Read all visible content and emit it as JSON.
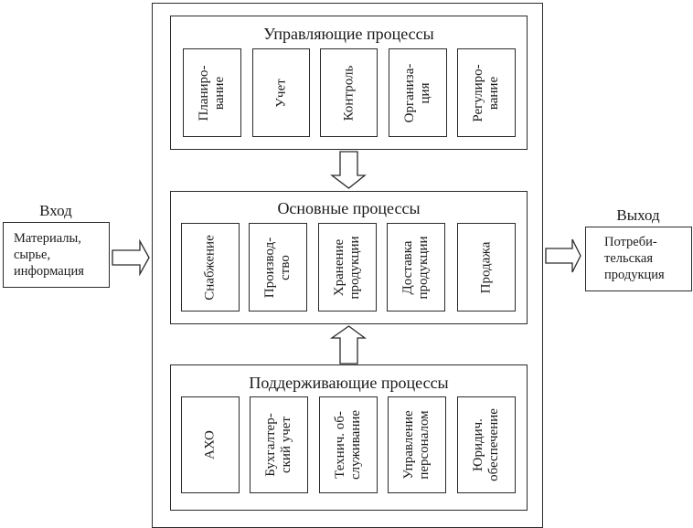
{
  "input": {
    "label": "Вход",
    "text": "Материалы,\nсырье,\nинформация"
  },
  "output": {
    "label": "Выход",
    "text": "Потреби-\nтельская\nпродукция"
  },
  "groups": {
    "management": {
      "title": "Управляющие процессы",
      "items": [
        "Планиро-\nвание",
        "Учет",
        "Контроль",
        "Организа-\nция",
        "Регулиро-\nвание"
      ]
    },
    "main": {
      "title": "Основные процессы",
      "items": [
        "Снабжение",
        "Производ-\nство",
        "Хранение\nпродукции",
        "Доставка\nпродукции",
        "Продажа"
      ]
    },
    "support": {
      "title": "Поддерживающие процессы",
      "items": [
        "АХО",
        "Бухгалтер-\nский учет",
        "Технич. об-\nслуживание",
        "Управление\nперсоналом",
        "Юридич.\nобеспечение"
      ]
    }
  },
  "arrows": [
    {
      "name": "arrow-management-to-main",
      "direction": "down"
    },
    {
      "name": "arrow-support-to-main",
      "direction": "up"
    },
    {
      "name": "arrow-input-to-system",
      "direction": "right"
    },
    {
      "name": "arrow-system-to-output",
      "direction": "right"
    }
  ]
}
